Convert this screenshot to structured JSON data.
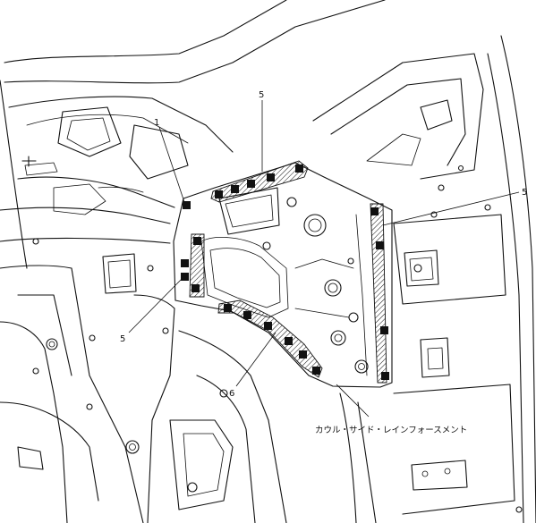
{
  "callouts": {
    "part_1": "1",
    "part_5_top": "5",
    "part_5_right": "5",
    "part_5_left": "5",
    "part_6": "6"
  },
  "part_name": "カウル・サイド・レインフォースメント",
  "colors": {
    "line": "#111111",
    "background": "#ffffff",
    "weld_point": "#111111"
  }
}
